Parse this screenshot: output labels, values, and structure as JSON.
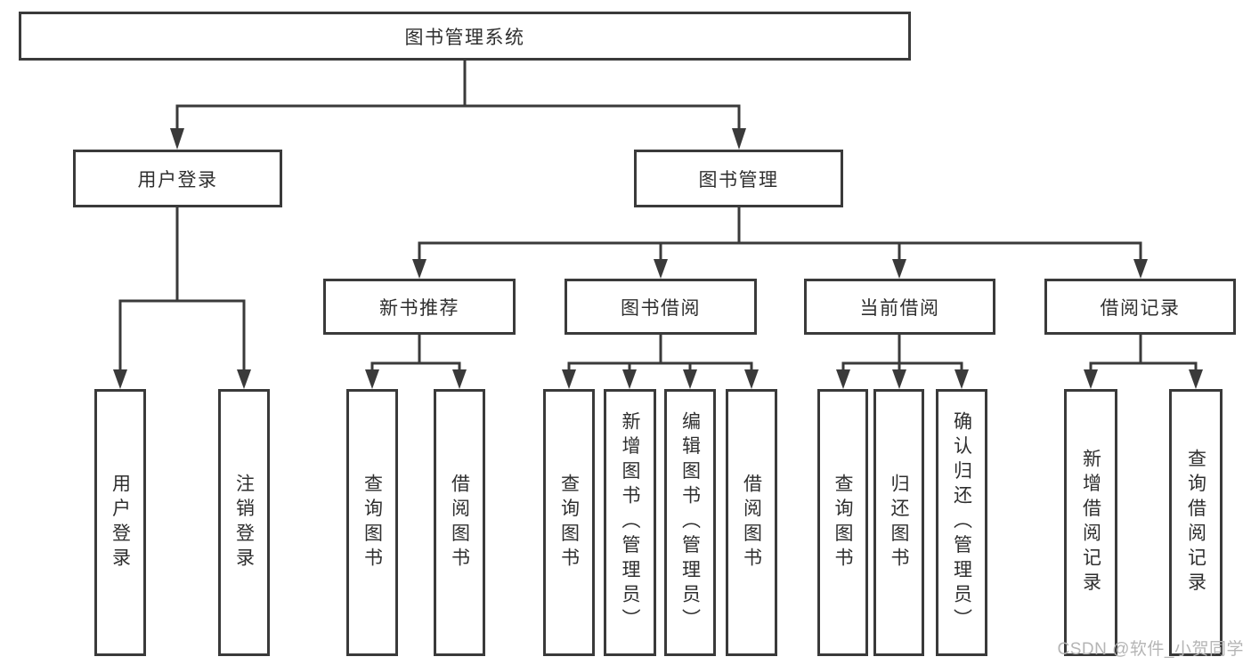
{
  "diagram": {
    "root": {
      "label": "图书管理系统"
    },
    "level1": [
      {
        "id": "user-login",
        "label": "用户登录",
        "children": [
          {
            "label": "用户登录"
          },
          {
            "label": "注销登录"
          }
        ]
      },
      {
        "id": "book-management",
        "label": "图书管理",
        "children": [
          {
            "label": "新书推荐",
            "children": [
              {
                "label": "查询图书"
              },
              {
                "label": "借阅图书"
              }
            ]
          },
          {
            "label": "图书借阅",
            "children": [
              {
                "label": "查询图书"
              },
              {
                "label": "新增图书（管理员）"
              },
              {
                "label": "编辑图书（管理员）"
              },
              {
                "label": "借阅图书"
              }
            ]
          },
          {
            "label": "当前借阅",
            "children": [
              {
                "label": "查询图书"
              },
              {
                "label": "归还图书"
              },
              {
                "label": "确认归还（管理员）"
              }
            ]
          },
          {
            "label": "借阅记录",
            "children": [
              {
                "label": "新增借阅记录"
              },
              {
                "label": "查询借阅记录"
              }
            ]
          }
        ]
      }
    ]
  },
  "watermark": {
    "text": "CSDN @软件_小贺同学"
  },
  "colors": {
    "line": "#3a3a3a",
    "text": "#2f2f2f",
    "background": "#ffffff",
    "watermark": "#b5b5b5"
  }
}
